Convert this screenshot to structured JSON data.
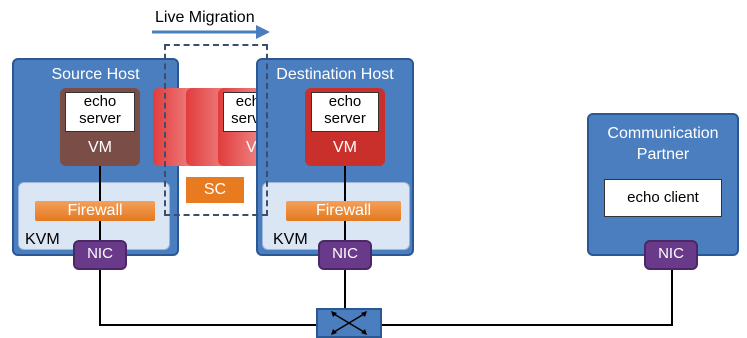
{
  "migration": {
    "title": "Live Migration"
  },
  "source_host": {
    "title": "Source Host",
    "vm": {
      "app_line1": "echo",
      "app_line2": "server",
      "label": "VM"
    },
    "firewall": "Firewall",
    "kvm": "KVM",
    "nic": "NIC"
  },
  "migrating": {
    "vm": {
      "app_line1": "echo",
      "app_line2": "server",
      "label": "VM"
    },
    "sc": "SC"
  },
  "destination_host": {
    "title": "Destination Host",
    "vm": {
      "app_line1": "echo",
      "app_line2": "server",
      "label": "VM"
    },
    "firewall": "Firewall",
    "kvm": "KVM",
    "nic": "NIC"
  },
  "partner": {
    "title_line1": "Communication",
    "title_line2": "Partner",
    "client": "echo client",
    "nic": "NIC"
  },
  "colors": {
    "host_fill": "#4a7ebf",
    "vm_source": "#7a4d47",
    "vm_dest": "#c9302c",
    "nic": "#6a3a8a",
    "firewall": "#e4791e",
    "sc": "#e87a1f",
    "arrow": "#4a7ebf"
  }
}
